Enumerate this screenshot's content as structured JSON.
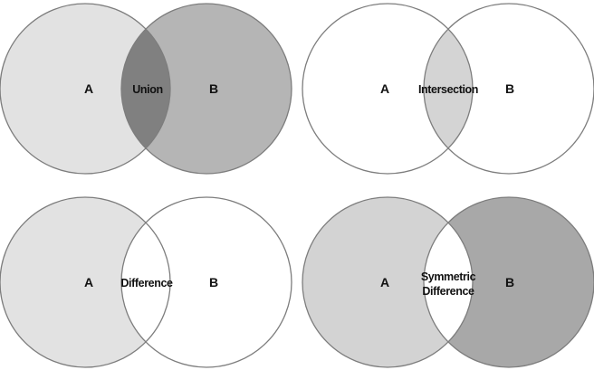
{
  "colors": {
    "background": "#ffffff",
    "outline": "#7d7d7d",
    "light_gray": "#e2e2e2",
    "mid_gray": "#b5b5b5",
    "dark_gray": "#808080",
    "inter_gray": "#d4d4d4",
    "sym_a": "#d3d3d3",
    "sym_b": "#a8a8a8"
  },
  "diagrams": [
    {
      "id": "union",
      "set_a_label": "A",
      "set_b_label": "B",
      "operation_label": "Union"
    },
    {
      "id": "intersection",
      "set_a_label": "A",
      "set_b_label": "B",
      "operation_label": "Intersection"
    },
    {
      "id": "difference",
      "set_a_label": "A",
      "set_b_label": "B",
      "operation_label": "Difference"
    },
    {
      "id": "symmetric",
      "set_a_label": "A",
      "set_b_label": "B",
      "operation_label_line1": "Symmetric",
      "operation_label_line2": "Difference"
    }
  ]
}
